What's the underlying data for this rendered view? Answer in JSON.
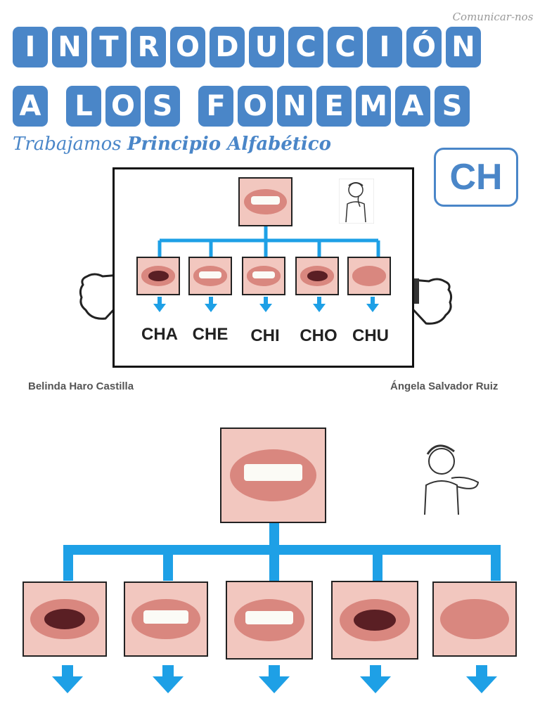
{
  "logo": "Comunicar-nos",
  "title": {
    "line1": [
      "I",
      "N",
      "T",
      "R",
      "O",
      "D",
      "U",
      "C",
      "C",
      "I",
      "Ó",
      "N"
    ],
    "line2": [
      "A",
      " ",
      "L",
      "O",
      "S",
      " ",
      "F",
      "O",
      "N",
      "E",
      "M",
      "A",
      "S"
    ]
  },
  "subtitle": {
    "plain": "Trabajamos ",
    "bold": "Principio Alfabético"
  },
  "phoneme": "CH",
  "syllables": [
    "CHA",
    "CHE",
    "CHI",
    "CHO",
    "CHU"
  ],
  "authors": {
    "left": "Belinda  Haro Castilla",
    "right": "Ángela Salvador Ruiz"
  },
  "colors": {
    "title_tile": "#4a86c8",
    "connector": "#1ea0e6",
    "board_border": "#111111"
  },
  "icons": [
    "mouth-image",
    "sign-child-icon",
    "hand-icon",
    "down-arrow-icon"
  ]
}
